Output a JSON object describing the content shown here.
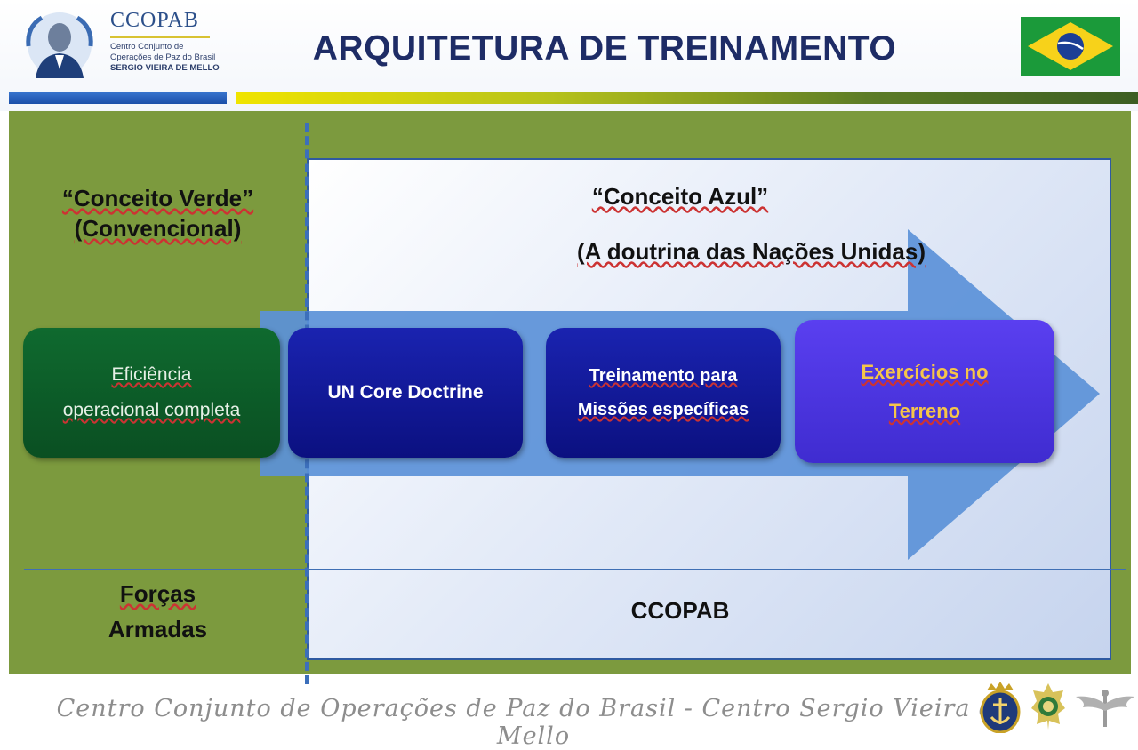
{
  "header": {
    "org_name": "CCOPAB",
    "org_subtitle_lines": [
      "Centro Conjunto de",
      "Operações de Paz do Brasil",
      "SERGIO VIEIRA DE MELLO"
    ],
    "title": "ARQUITETURA DE TREINAMENTO",
    "logo_icon": "sergio-vieira-de-mello-portrait-logo-icon",
    "flag_icon": "brazil-flag-icon"
  },
  "diagram": {
    "green_concept": {
      "line1": "“Conceito Verde”",
      "line2": "(Convencional)"
    },
    "blue_concept": {
      "title": "“Conceito Azul”",
      "subtitle": "(A doutrina das Nações Unidas)"
    },
    "steps": [
      {
        "line1": "Eficiência",
        "line2": "operacional completa"
      },
      {
        "line1": "UN Core Doctrine"
      },
      {
        "line1": "Treinamento para",
        "line2": "Missões específicas"
      },
      {
        "line1": "Exercícios no",
        "line2": "Terreno"
      }
    ],
    "bottom_left": {
      "line1": "Forças",
      "line2": "Armadas"
    },
    "bottom_right": "CCOPAB"
  },
  "footer": {
    "text": "Centro Conjunto de Operações de Paz do Brasil - Centro Sergio Vieira de Mello",
    "emblems": [
      "navy-emblem-icon",
      "army-emblem-icon",
      "air-force-emblem-icon"
    ]
  },
  "colors": {
    "green_panel": "#7c9a3e",
    "title_blue": "#1e2c66",
    "box_dark_blue": "#0b1080",
    "box_violet": "#3f2cd0",
    "box_green": "#0a4f22",
    "exercise_text": "#f5c54a"
  }
}
